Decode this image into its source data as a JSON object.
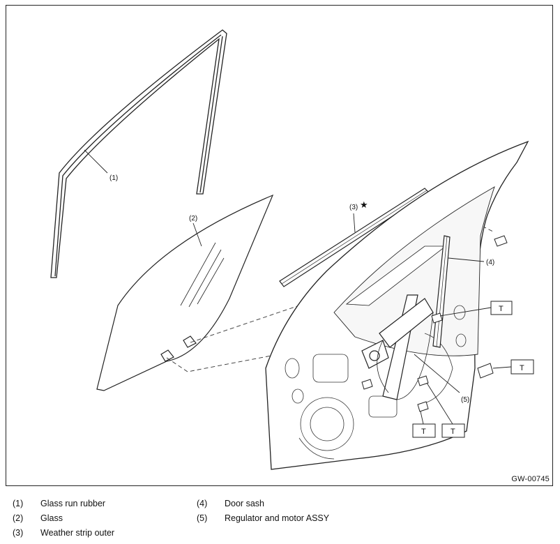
{
  "figure_code": "GW-00745",
  "callouts": {
    "glass_run_rubber": "(1)",
    "glass": "(2)",
    "weather_strip_outer": "(3)",
    "door_sash": "(4)",
    "regulator_motor": "(5)",
    "star_symbol": "★"
  },
  "torque_label": "T",
  "legend": {
    "left": [
      {
        "num": "(1)",
        "text": "Glass run rubber"
      },
      {
        "num": "(2)",
        "text": "Glass"
      },
      {
        "num": "(3)",
        "text": "Weather strip outer"
      }
    ],
    "right": [
      {
        "num": "(4)",
        "text": "Door sash"
      },
      {
        "num": "(5)",
        "text": "Regulator and motor ASSY"
      }
    ]
  },
  "icons": {
    "star": "star-icon",
    "bolt": "bolt-icon"
  }
}
